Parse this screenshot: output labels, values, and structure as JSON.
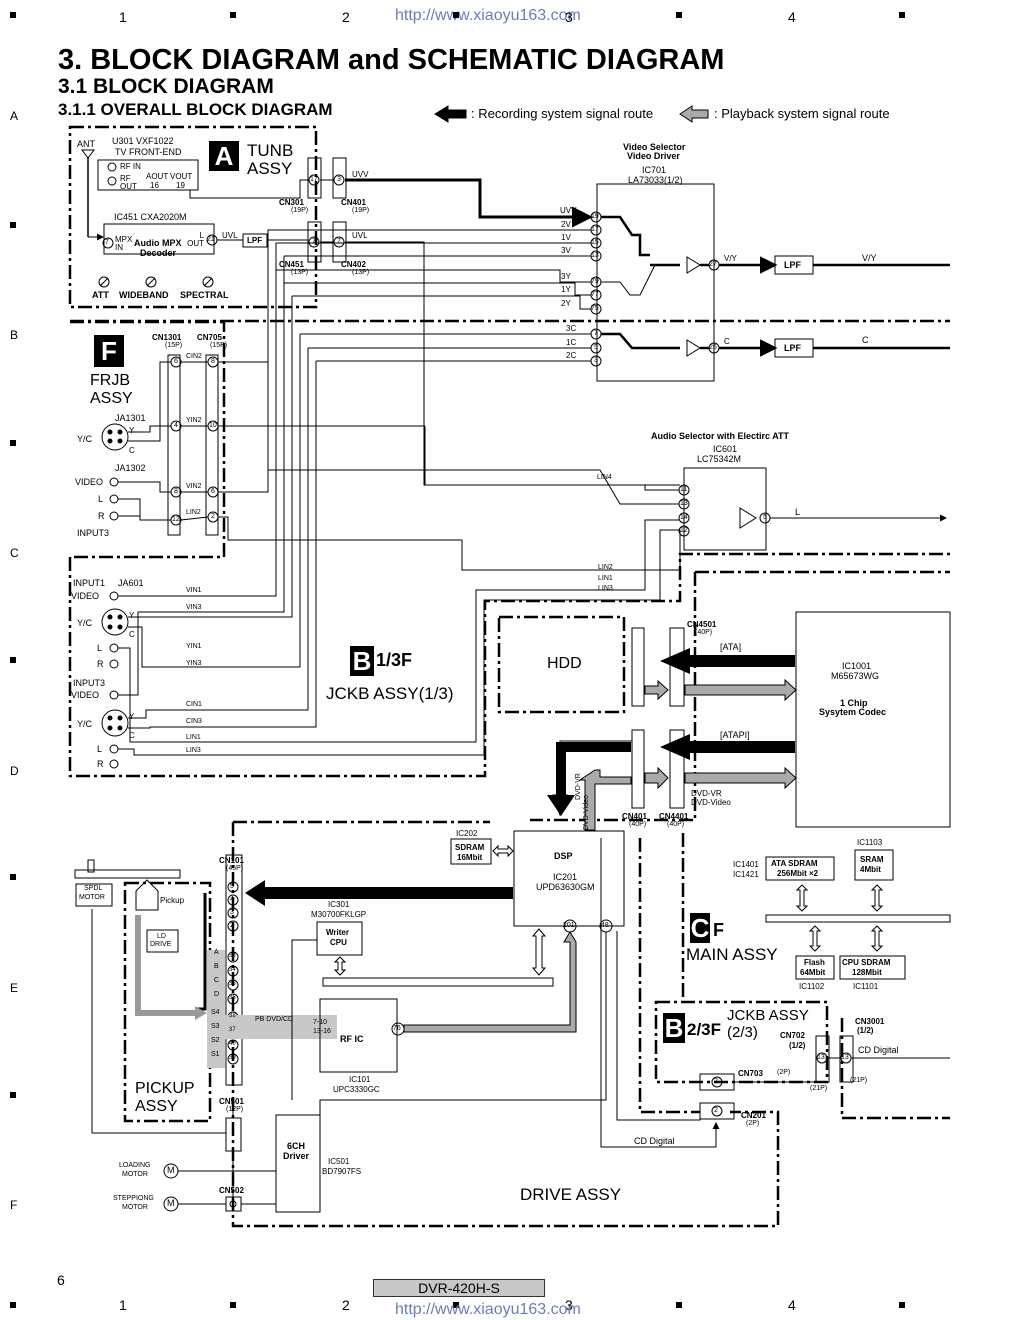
{
  "header": {
    "url_top": "http://www.xiaoyu163.com",
    "url_bottom": "http://www.xiaoyu163.com",
    "col_numbers": [
      "1",
      "2",
      "3",
      "4"
    ],
    "row_letters": [
      "A",
      "B",
      "C",
      "D",
      "E",
      "F"
    ]
  },
  "titles": {
    "main": "3. BLOCK DIAGRAM and SCHEMATIC DIAGRAM",
    "sub": "3.1 BLOCK DIAGRAM",
    "subsub": "3.1.1 OVERALL BLOCK DIAGRAM"
  },
  "legend": {
    "recording": ": Recording system signal route",
    "playback": ": Playback system signal route"
  },
  "tunb": {
    "letter": "A",
    "title1": "TUNB",
    "title2": "ASSY",
    "ant": "ANT",
    "u301": "U301  VXF1022",
    "frontend": "TV FRONT-END",
    "rfin": "RF IN",
    "rfout": "RF OUT",
    "aout": "AOUT",
    "vout": "VOUT",
    "p16": "16",
    "p19": "19",
    "ic451": "IC451  CXA2020M",
    "mpxin": "MPX IN",
    "lout": "L OUT",
    "decoder1": "Audio MPX",
    "decoder2": "Decoder",
    "att": "ATT",
    "wideband": "WIDEBAND",
    "spectral": "SPECTRAL",
    "p7": "7",
    "p21": "21",
    "uvl": "UVL",
    "lpf": "LPF",
    "cn301": "CN301",
    "cn301p": "(19P)",
    "cn401": "CN401",
    "cn401p": "(19P)",
    "cn451": "CN451",
    "cn451p": "(13P)",
    "cn402": "CN402",
    "cn402p": "(13P)",
    "uvv": "UVV",
    "uvl2": "UVL",
    "p17": "17",
    "p3": "3",
    "p7a": "7",
    "p7b": "7"
  },
  "video_selector": {
    "title1": "Video Selector",
    "title2": "Video Driver",
    "ic": "IC701",
    "part": "LA73033(1/2)",
    "inputs": [
      "UVV",
      "2V",
      "1V",
      "3V",
      "3Y",
      "1Y",
      "2Y",
      "3C",
      "1C",
      "2C"
    ],
    "pins": [
      "19",
      "17",
      "15",
      "13",
      "79",
      "77",
      "75",
      "7",
      "5",
      "3"
    ],
    "vy": "V/Y",
    "c": "C",
    "p27": "27",
    "p25": "25",
    "lpf": "LPF"
  },
  "frjb": {
    "letter": "F",
    "title1": "FRJB",
    "title2": "ASSY",
    "cn1301": "CN1301",
    "cn1301p": "(15P)",
    "cn705": "CN705",
    "cn705p": "(15P)",
    "ja1301": "JA1301",
    "ja1302": "JA1302",
    "yc": "Y/C",
    "y": "Y",
    "c": "C",
    "video": "VIDEO",
    "l": "L",
    "r": "R",
    "input3": "INPUT3",
    "cin2": "CIN2",
    "yin2": "YIN2",
    "vin2": "VIN2",
    "lin2": "LIN2",
    "pins_l": [
      "6",
      "4",
      "8",
      "12"
    ],
    "pins_r": [
      "8",
      "10",
      "6",
      "2"
    ]
  },
  "audio_selector": {
    "title": "Audio Selector with Electirc ATT",
    "ic": "IC601",
    "part": "LC75342M",
    "lin4": "LIN4",
    "pins": [
      "11",
      "13",
      "14",
      "12"
    ],
    "out": "5",
    "l": "L",
    "lin2": "LIN2",
    "lin1": "LIN1",
    "lin3": "LIN3"
  },
  "jckb1": {
    "letter": "B",
    "frac": "1/3F",
    "title": "JCKB ASSY(1/3)",
    "input1": "INPUT1",
    "ja601": "JA601",
    "video": "VIDEO",
    "yc": "Y/C",
    "y": "Y",
    "c": "C",
    "l": "L",
    "r": "R",
    "input3": "INPUT3",
    "vin1": "VIN1",
    "vin3": "VIN3",
    "yin1": "YIN1",
    "yin3": "YIN3",
    "cin1": "CIN1",
    "cin3": "CIN3",
    "lin1": "LIN1",
    "lin3": "LIN3"
  },
  "hdd": {
    "label": "HDD",
    "cn4501": "CN4501",
    "cn4501p": "(40P)",
    "ata": "[ATA]",
    "atapi": "[ATAPI]",
    "ic1001": "IC1001",
    "m65673": "M65673WG",
    "chip1": "1 Chip",
    "chip2": "Sysytem Codec",
    "dvdvr": "DVD-VR",
    "dvdvideo": "DVD-Video",
    "cn401": "CN401",
    "cn401p": "(40P)",
    "cn4401": "CN4401",
    "cn4401p": "(40P)"
  },
  "main_assy": {
    "letter": "C",
    "f": "F",
    "title": "MAIN ASSY",
    "ic1401": "IC1401",
    "ic1421": "IC1421",
    "ata_sdram1": "ATA SDRAM",
    "ata_sdram2": "256Mbit ×2",
    "ic1103": "IC1103",
    "sram1": "SRAM",
    "sram2": "4Mbit",
    "flash1": "Flash",
    "flash2": "64Mbit",
    "ic1102": "IC1102",
    "cpu1": "CPU SDRAM",
    "cpu2": "128Mbit",
    "ic1101": "IC1101"
  },
  "jckb2": {
    "letter": "B",
    "frac": "2/3F",
    "title1": "JCKB ASSY",
    "title2": "(2/3)",
    "cn702": "CN702",
    "cn702s": "(1/2)",
    "cn3001": "CN3001",
    "cn3001s": "(1/2)",
    "cddigital": "CD Digital",
    "p13a": "13",
    "p13b": "13",
    "p21a": "(21P)",
    "p21b": "(21P)",
    "cn703": "CN703",
    "cn703p": "(2P)",
    "p2a": "2",
    "p2b": "2",
    "cn201": "CN201",
    "cn201p": "(2P)"
  },
  "drive": {
    "title": "DRIVE ASSY",
    "ic202": "IC202",
    "sdram1": "SDRAM",
    "sdram2": "16Mbit",
    "dsp": "DSP",
    "ic201": "IC201",
    "upd": "UPD63630GM",
    "p201": "201",
    "p48": "48",
    "cn101": "CN101",
    "cn101p": "(45P)",
    "ic301": "IC301",
    "m30700": "M30700FKLGP",
    "writer1": "Writer",
    "writer2": "CPU",
    "rfic": "RF IC",
    "ic101": "IC101",
    "upc": "UPC3330GC",
    "p76": "76",
    "pbdvdcd": "PB DVD/CD",
    "r710": "7-10",
    "r1316": "13-16",
    "cn501": "CN501",
    "cn501p": "(12P)",
    "driver1": "6CH",
    "driver2": "Driver",
    "ic501": "IC501",
    "bd": "BD7907FS",
    "cn502": "CN502",
    "loading1": "LOADING",
    "loading2": "MOTOR",
    "stepping1": "STEPPIONG",
    "stepping2": "MOTOR",
    "spdl1": "SPDL",
    "spdl2": "MOTOR",
    "pickup": "Pickup",
    "ld1": "LD",
    "ld2": "DRIVE",
    "pickup_assy1": "PICKUP",
    "pickup_assy2": "ASSY",
    "cddigital": "CD Digital",
    "pins_top": [
      "5",
      "4",
      "3",
      "2"
    ],
    "pins_sig": [
      "A",
      "B",
      "C",
      "D",
      "S4",
      "S3",
      "S2",
      "S1"
    ],
    "pins_num": [
      "33",
      "34",
      "35",
      "36",
      "38",
      "37",
      "40",
      "39"
    ]
  },
  "footer": {
    "page": "6",
    "model": "DVR-420H-S"
  }
}
